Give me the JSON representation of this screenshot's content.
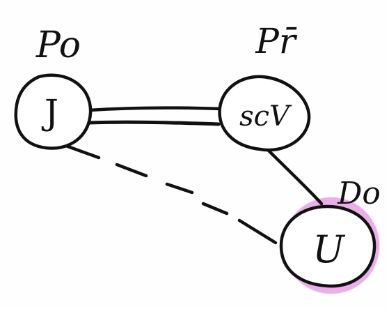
{
  "nodes": [
    {
      "id": "j",
      "label": "J",
      "annotation": "Po"
    },
    {
      "id": "scv",
      "label": "scV",
      "annotation": "Pr̄"
    },
    {
      "id": "u",
      "label": "U",
      "annotation": "Do",
      "highlight": "#e9a7e6"
    }
  ],
  "edges": [
    {
      "from": "j",
      "to": "scv",
      "style": "double"
    },
    {
      "from": "scv",
      "to": "u",
      "style": "solid"
    },
    {
      "from": "j",
      "to": "u",
      "style": "dashed"
    }
  ],
  "colors": {
    "ink": "#111111",
    "highlight": "#e9a7e6",
    "background": "#fefefe"
  }
}
